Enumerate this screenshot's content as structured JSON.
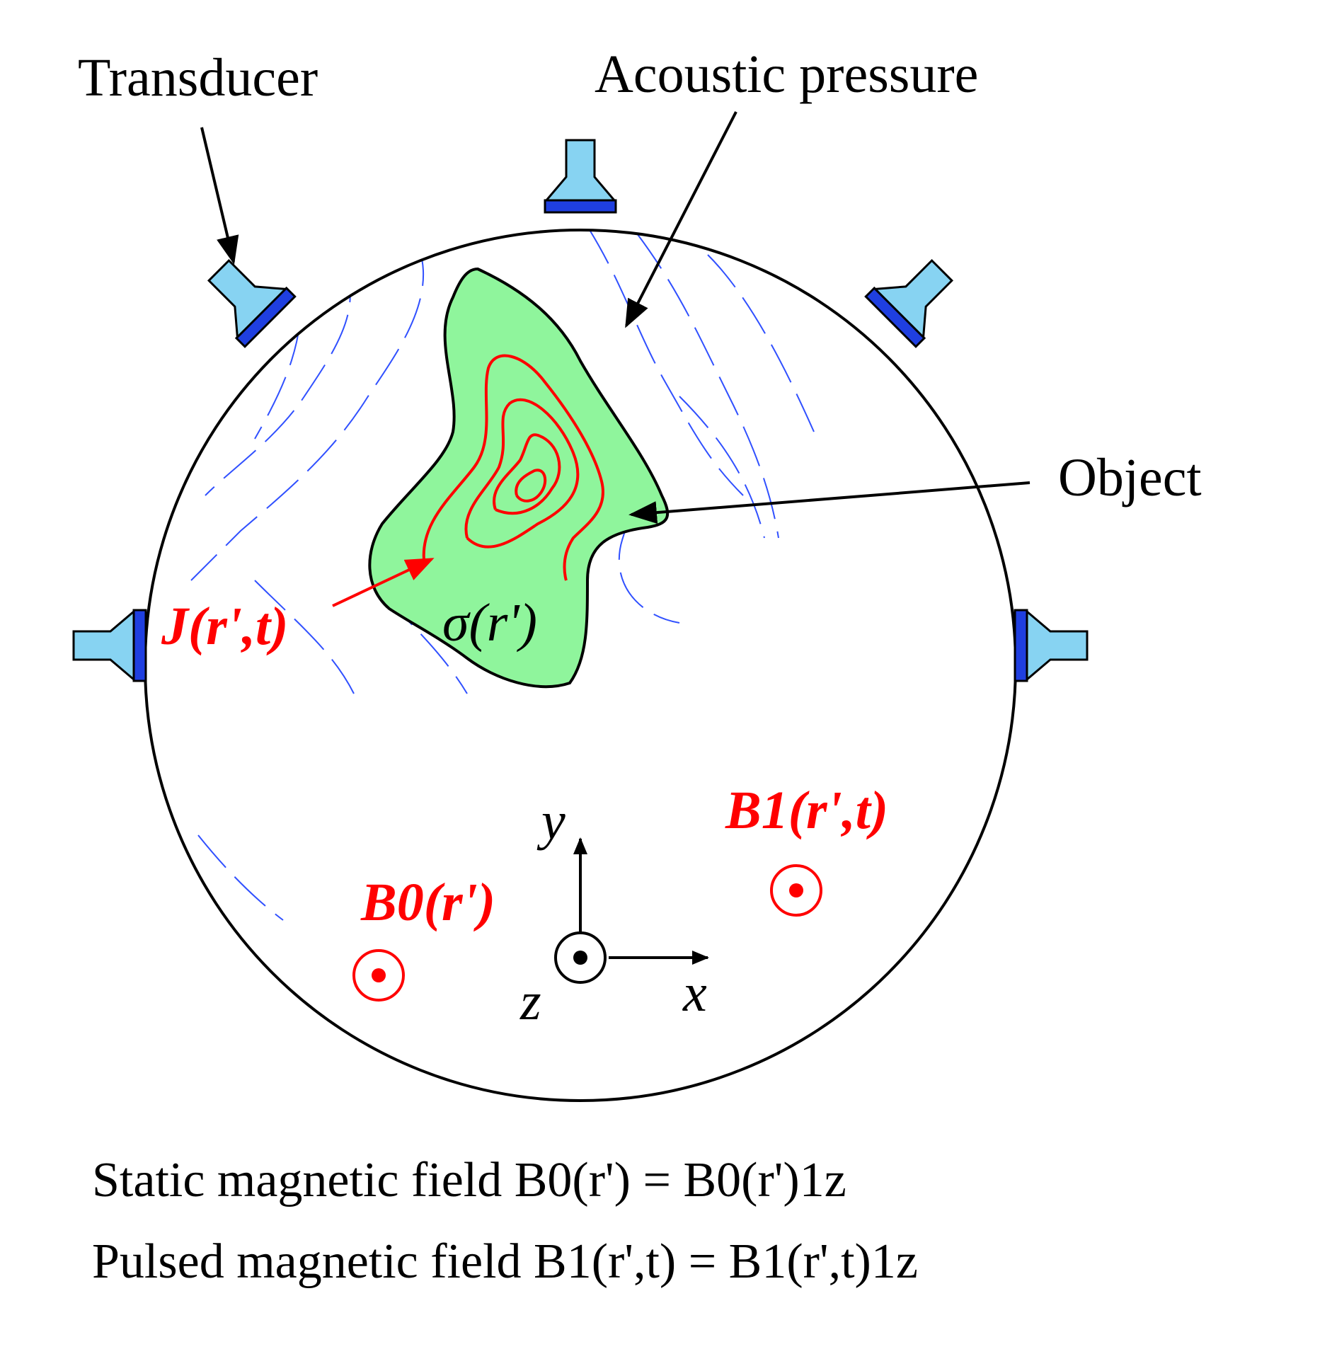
{
  "labels": {
    "transducer": "Transducer",
    "acoustic_pressure": "Acoustic pressure",
    "object": "Object",
    "current_density": "J(r',t)",
    "conductivity": "σ(r')",
    "pulsed_field": "B1(r',t)",
    "static_field": "B0(r')",
    "axis_x": "x",
    "axis_y": "y",
    "axis_z": "z"
  },
  "equations": {
    "static": "Static magnetic field B0(r') = B0(r')1z",
    "pulsed": "Pulsed magnetic field B1(r',t) = B1(r',t)1z"
  },
  "colors": {
    "object_fill": "#8ff59c",
    "transducer_body": "#87d3f2",
    "transducer_face": "#1f3fe0",
    "wave_lines": "#3050ff",
    "contours": "#ff0000",
    "labels_red": "#ff0000"
  }
}
